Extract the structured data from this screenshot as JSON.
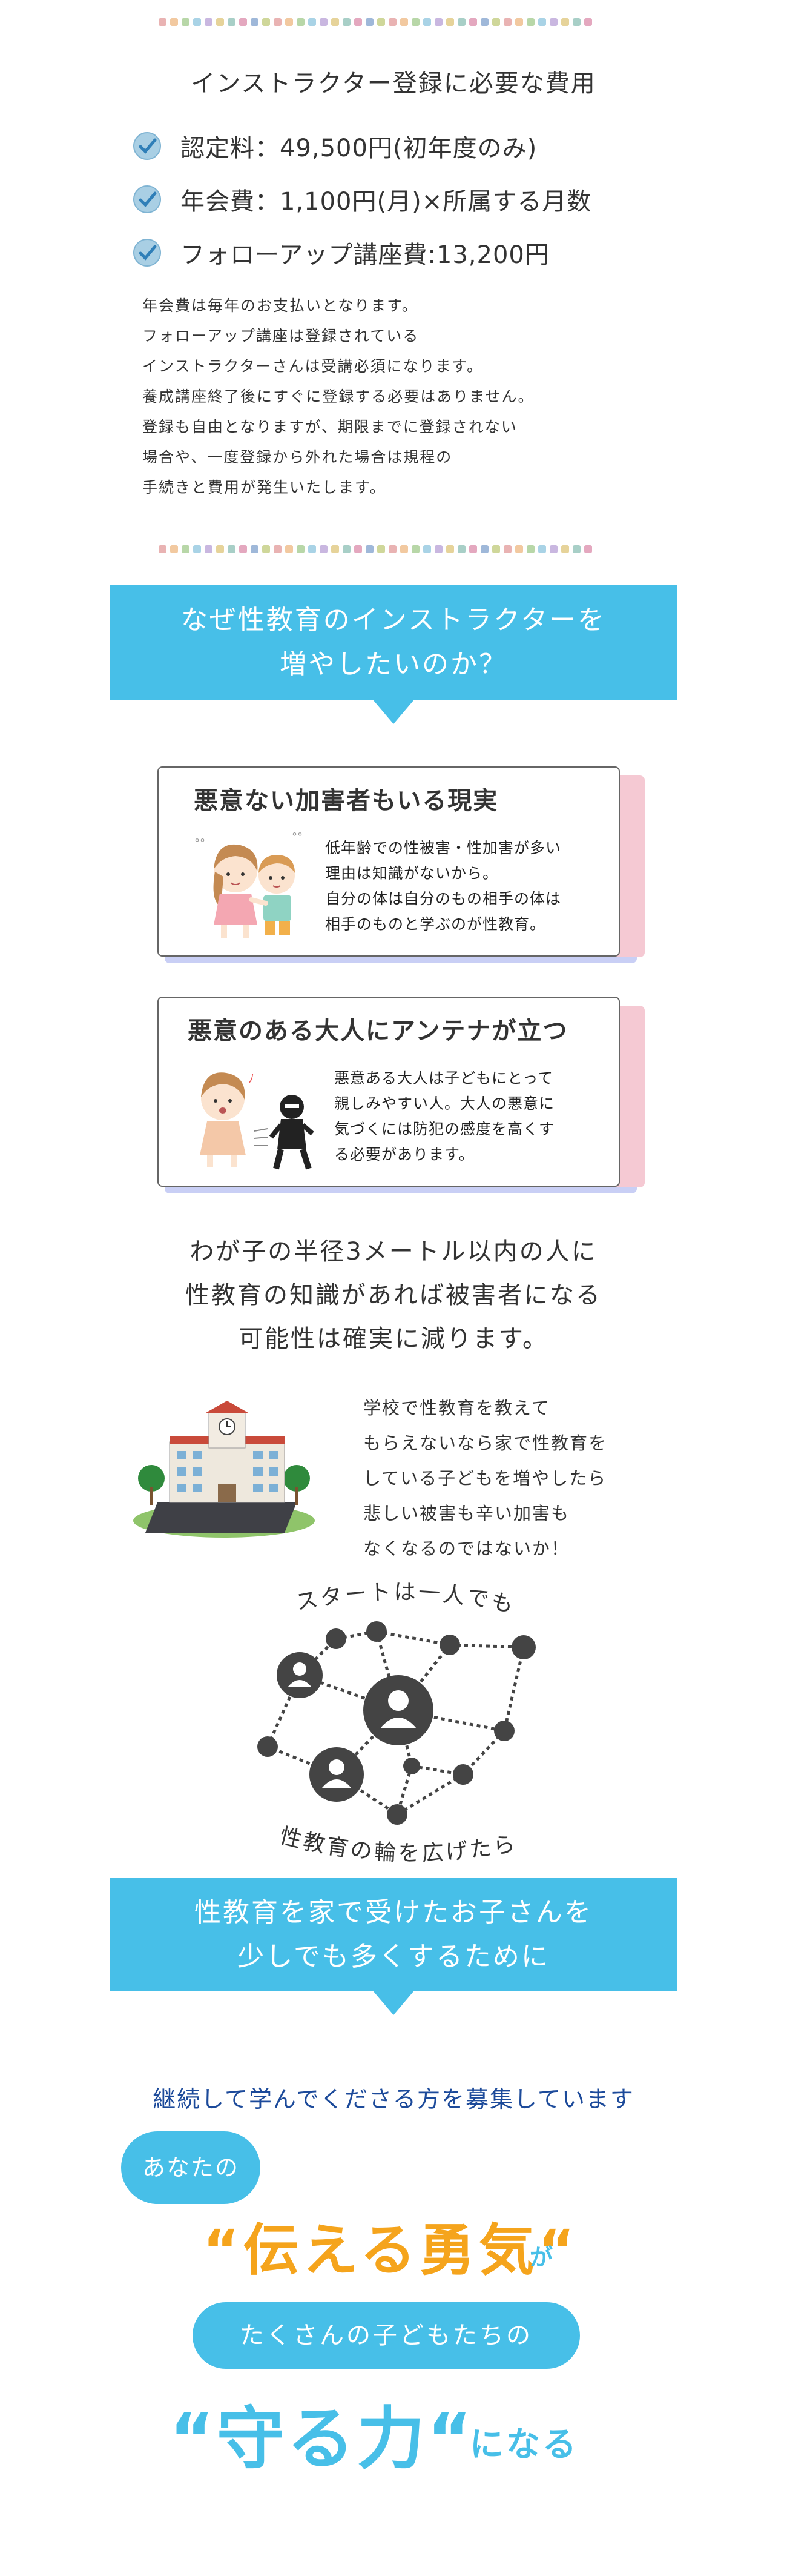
{
  "fees": {
    "title": "インストラクター登録に必要な費用",
    "items": [
      "認定料：49,500円(初年度のみ)",
      "年会費：1,100円(月)×所属する月数",
      "フォローアップ講座費:13,200円"
    ],
    "note_lines": [
      "年会費は毎年のお支払いとなります。",
      "フォローアップ講座は登録されている",
      "インストラクターさんは受講必須になります。",
      "養成講座終了後にすぐに登録する必要はありません。",
      "登録も自由となりますが、期限までに登録されない",
      "場合や、一度登録から外れた場合は規程の",
      "手続きと費用が発生いたします。"
    ]
  },
  "colors": {
    "accent_blue": "#47bfe8",
    "orange": "#f5a41c",
    "navy": "#1c4a9a",
    "dot_palette": [
      "#e9b3b3",
      "#f2c9a0",
      "#b8d7a8",
      "#a9d3e6",
      "#c9b7e0",
      "#e6d39a",
      "#a8cfc7",
      "#e4a8bf",
      "#9fb8d9",
      "#cfd79a"
    ]
  },
  "why": {
    "line1": "なぜ性教育のインストラクターを",
    "line2": "増やしたいのか？"
  },
  "card1": {
    "title": "悪意ない加害者もいる現実",
    "lines": [
      "低年齢での性被害・性加害が多い",
      "理由は知識がないから。",
      "自分の体は自分のもの相手の体は",
      "相手のものと学ぶのが性教育。"
    ]
  },
  "card2": {
    "title": "悪意のある大人にアンテナが立つ",
    "lines": [
      "悪意ある大人は子どもにとって",
      "親しみやすい人。大人の悪意に",
      "気づくには防犯の感度を高くす",
      "る必要があります。"
    ]
  },
  "statement": [
    "わが子の半径3メートル以内の人に",
    "性教育の知識があれば被害者になる",
    "可能性は確実に減ります。"
  ],
  "school": {
    "lines": [
      "学校で性教育を教えて",
      "もらえないなら家で性教育を",
      "している子どもを増やしたら",
      "悲しい被害も辛い加害も",
      "なくなるのではないか！"
    ]
  },
  "network": {
    "top": "スタートは一人でも",
    "bottom": "性教育の輪を広げたら"
  },
  "banner2": {
    "line1": "性教育を家で受けたお子さんを",
    "line2": "少しでも多くするために"
  },
  "closing": {
    "recruit": "継続して学んでくださる方を募集しています",
    "anata": "あなたの",
    "courage": "“伝える勇気“",
    "ga": "が",
    "children": "たくさんの子どもたちの",
    "protect": "“守る力“",
    "naru": "になる"
  }
}
